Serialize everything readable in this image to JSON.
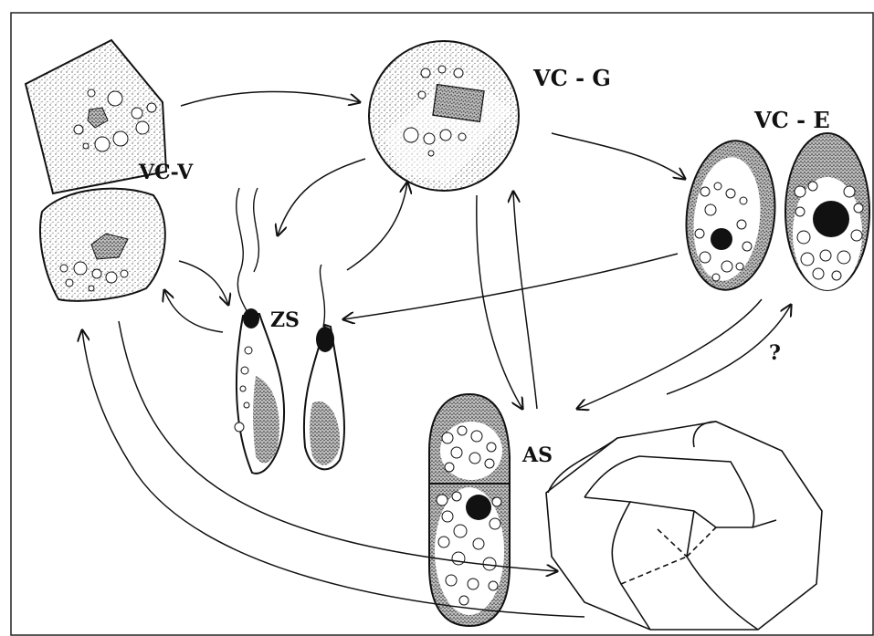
{
  "labels": {
    "vc_v": "VC-V",
    "vc_g": "VC - G",
    "vc_e": "VC - E",
    "zs": "ZS",
    "as": "AS",
    "question": "?"
  },
  "colors": {
    "ink": "#111111",
    "paper": "#ffffff",
    "stipple": "#555555",
    "border": "#222222"
  }
}
